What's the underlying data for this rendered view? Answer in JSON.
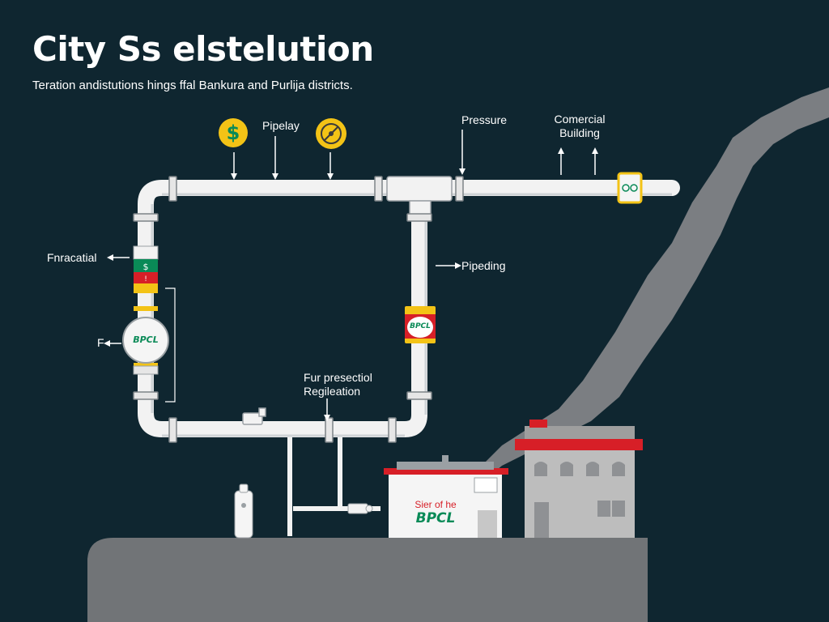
{
  "header": {
    "title": "City Ss elstelution",
    "subtitle": "Teration andistutions hings ffal Bankura and Purlija districts."
  },
  "labels": {
    "pipelay": "Pipelay",
    "pressure": "Pressure",
    "commercial_line1": "Comercial",
    "commercial_line2": "Building",
    "fnracatial": "Fnracatial",
    "f": "F",
    "pipeding": "Pipeding",
    "regulation_line1": "Fur presectiol",
    "regulation_line2": "Regileation"
  },
  "icons": {
    "dollar": "$",
    "gauge": "gauge-icon"
  },
  "badges": {
    "bpcl_meter": "BPCL",
    "bpcl_valve": "BPCL",
    "station_line1": "Sier of he",
    "station_brand": "BPCL"
  },
  "colors": {
    "background": "#0f2630",
    "pipe": "#f2f2f2",
    "brand_red": "#d71f27",
    "brand_green": "#0a8a57",
    "brand_yellow": "#f3c316",
    "ground": "#727578",
    "building": "#bdbdbd"
  }
}
